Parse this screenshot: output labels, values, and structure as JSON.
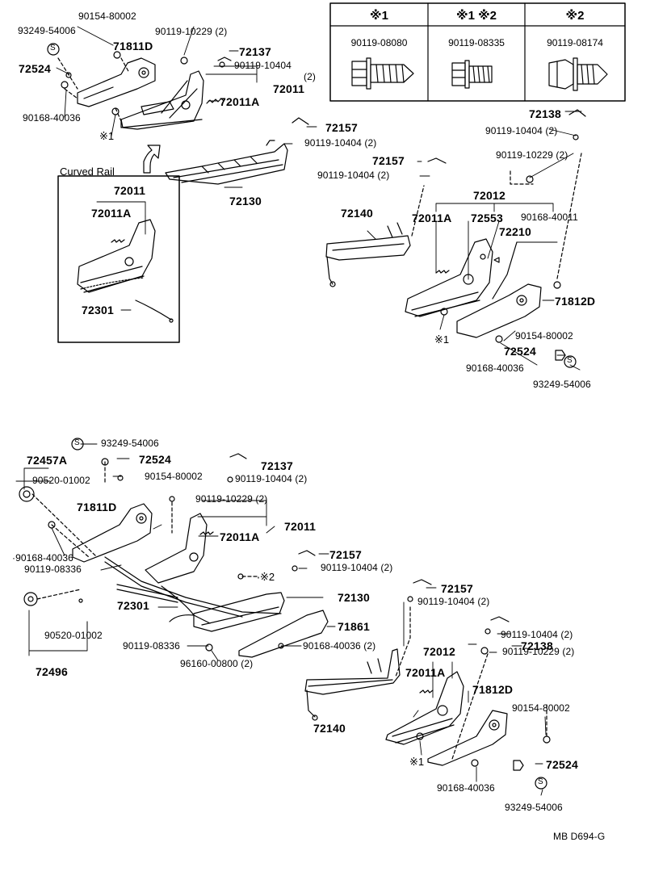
{
  "callouts": [
    {
      "id": "c1",
      "text": "90154-80002"
    },
    {
      "id": "c2",
      "text": "93249-54006"
    },
    {
      "id": "c3",
      "text": "71811D"
    },
    {
      "id": "c4",
      "text": "90119-10229 (2)"
    },
    {
      "id": "c5",
      "text": "72137"
    },
    {
      "id": "c6",
      "text": "90119-10404"
    },
    {
      "id": "c7",
      "text": "(2)"
    },
    {
      "id": "c8",
      "text": "72524"
    },
    {
      "id": "c9",
      "text": "72011"
    },
    {
      "id": "c10",
      "text": "72011A"
    },
    {
      "id": "c11",
      "text": "90168-40036"
    },
    {
      "id": "c12",
      "text": "※1"
    },
    {
      "id": "c13",
      "text": "Curved Rail"
    },
    {
      "id": "c14",
      "text": "72011"
    },
    {
      "id": "c15",
      "text": "72011A"
    },
    {
      "id": "c16",
      "text": "72301"
    },
    {
      "id": "c17",
      "text": "72157"
    },
    {
      "id": "c18",
      "text": "90119-10404 (2)"
    },
    {
      "id": "c19",
      "text": "72130"
    },
    {
      "id": "c20",
      "text": "72138"
    },
    {
      "id": "c21",
      "text": "90119-10404 (2)"
    },
    {
      "id": "c22",
      "text": "90119-10229 (2)"
    },
    {
      "id": "c23",
      "text": "72157"
    },
    {
      "id": "c24",
      "text": "90119-10404 (2)"
    },
    {
      "id": "c25",
      "text": "72012"
    },
    {
      "id": "c26",
      "text": "72140"
    },
    {
      "id": "c27",
      "text": "72011A"
    },
    {
      "id": "c28",
      "text": "72553"
    },
    {
      "id": "c29",
      "text": "90168-40011"
    },
    {
      "id": "c30",
      "text": "72210"
    },
    {
      "id": "c31",
      "text": "71812D"
    },
    {
      "id": "c32",
      "text": "※1"
    },
    {
      "id": "c33",
      "text": "90154-80002"
    },
    {
      "id": "c34",
      "text": "72524"
    },
    {
      "id": "c35",
      "text": "90168-40036"
    },
    {
      "id": "c36",
      "text": "93249-54006"
    },
    {
      "id": "c37",
      "text": "93249-54006"
    },
    {
      "id": "c38",
      "text": "72457A"
    },
    {
      "id": "c39",
      "text": "72524"
    },
    {
      "id": "c40",
      "text": "72137"
    },
    {
      "id": "c41",
      "text": "90520-01002"
    },
    {
      "id": "c42",
      "text": "90154-80002"
    },
    {
      "id": "c43",
      "text": "90119-10404 (2)"
    },
    {
      "id": "c44",
      "text": "71811D"
    },
    {
      "id": "c45",
      "text": "90119-10229 (2)"
    },
    {
      "id": "c46",
      "text": "72011"
    },
    {
      "id": "c47",
      "text": "72011A"
    },
    {
      "id": "c48",
      "text": "·90168-40036"
    },
    {
      "id": "c49",
      "text": "90119-08336"
    },
    {
      "id": "c50",
      "text": "72157"
    },
    {
      "id": "c51",
      "text": "90119-10404 (2)"
    },
    {
      "id": "c52",
      "text": "※2"
    },
    {
      "id": "c53",
      "text": "72301"
    },
    {
      "id": "c54",
      "text": "72130"
    },
    {
      "id": "c55",
      "text": "72157"
    },
    {
      "id": "c56",
      "text": "71861"
    },
    {
      "id": "c57",
      "text": "90119-10404 (2)"
    },
    {
      "id": "c58",
      "text": "90520-01002"
    },
    {
      "id": "c59",
      "text": "90119-08336"
    },
    {
      "id": "c60",
      "text": "90168-40036 (2)"
    },
    {
      "id": "c61",
      "text": "72138"
    },
    {
      "id": "c62",
      "text": "72012"
    },
    {
      "id": "c63",
      "text": "90119-10404 (2)"
    },
    {
      "id": "c64",
      "text": "96160-00800 (2)"
    },
    {
      "id": "c65",
      "text": "72011A"
    },
    {
      "id": "c66",
      "text": "90119-10229 (2)"
    },
    {
      "id": "c67",
      "text": "72496"
    },
    {
      "id": "c68",
      "text": "71812D"
    },
    {
      "id": "c69",
      "text": "90154-80002"
    },
    {
      "id": "c70",
      "text": "72140"
    },
    {
      "id": "c71",
      "text": "※1"
    },
    {
      "id": "c72",
      "text": "72524"
    },
    {
      "id": "c73",
      "text": "90168-40036"
    },
    {
      "id": "c74",
      "text": "93249-54006"
    }
  ],
  "legend": [
    {
      "header": "※1",
      "part": "90119-08080"
    },
    {
      "header": "※1  ※2",
      "part": "90119-08335"
    },
    {
      "header": "※2",
      "part": "90119-08174"
    }
  ],
  "symbols": {
    "s_mark": "S"
  },
  "footer": {
    "code": "MB D694-G"
  }
}
